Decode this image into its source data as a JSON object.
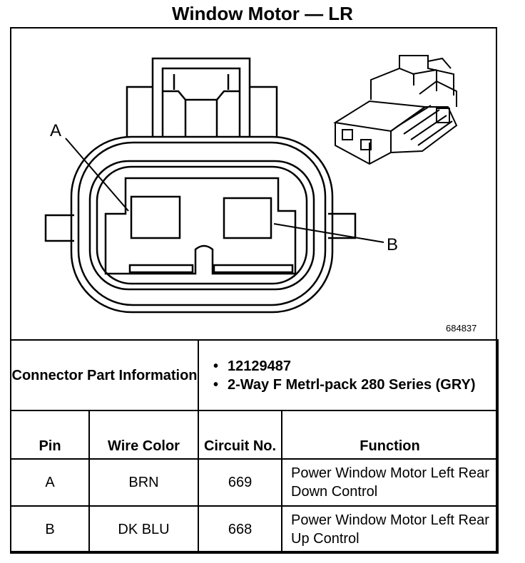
{
  "title": "Window Motor — LR",
  "figure_number": "684837",
  "callouts": {
    "a": "A",
    "b": "B"
  },
  "connector": {
    "label": "Connector Part Information",
    "values": [
      "12129487",
      "2-Way F Metrl-pack 280 Series (GRY)"
    ]
  },
  "table": {
    "headers": {
      "pin": "Pin",
      "wire_color": "Wire Color",
      "circuit": "Circuit No.",
      "function": "Function"
    },
    "rows": [
      {
        "pin": "A",
        "color": "BRN",
        "circuit": "669",
        "function": "Power Window Motor Left Rear Down Control"
      },
      {
        "pin": "B",
        "color": "DK BLU",
        "circuit": "668",
        "function": "Power Window Motor Left Rear Up Control"
      }
    ]
  }
}
